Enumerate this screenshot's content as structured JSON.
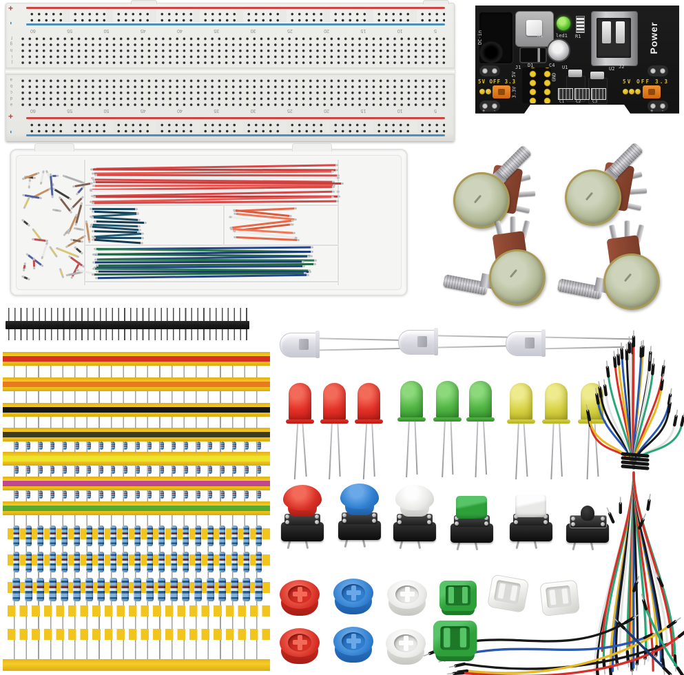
{
  "scene": {
    "description": "Electronics starter kit product photo: breadboard, power supply module, jumper wire box, potentiometers, pin header, taped resistors, LEDs, tactile push buttons with caps, jumper wire bundle",
    "background": "#ffffff"
  },
  "breadboard": {
    "name": "830 tie-point solderless breadboard",
    "plus_symbol": "+",
    "minus_symbol": "-",
    "body_color": "#eaeae7",
    "rail_red": "#cc4444",
    "rail_blue": "#4a8fc0",
    "hole_color": "#2e2e2e",
    "column_numbers": [
      "60",
      "55",
      "50",
      "45",
      "40",
      "35",
      "30",
      "25",
      "20",
      "15",
      "10",
      "5"
    ],
    "row_letters_upper": [
      "j",
      "i",
      "h",
      "g",
      "f"
    ],
    "row_letters_lower": [
      "e",
      "d",
      "c",
      "b",
      "a"
    ]
  },
  "power_module": {
    "name": "breadboard power supply module",
    "board_color": "#161616",
    "led_color": "#55c030",
    "pin_yellow": "#e8c828",
    "jumper_orange": "#e8821e",
    "labels": {
      "dc_in": "DC-in",
      "k1": "K1",
      "led1": "led1",
      "r1": "R1",
      "j1": "J1",
      "d1": "D1",
      "c4": "C4",
      "u1": "U1",
      "u2": "U2",
      "j2": "J2",
      "power": "Power",
      "sel_left": "5V OFF 3.3",
      "sel_right": "5V OFF 3.3",
      "rail_5v": "5V",
      "rail_33v": "3.3V",
      "gnd": "GND",
      "c1": "C1",
      "c2": "C2",
      "c3": "C3",
      "plus": "+",
      "minus": "-"
    }
  },
  "wire_box": {
    "name": "jumper wire assortment box",
    "groups": [
      {
        "name": "mixed-short-wire-pile",
        "count": 40,
        "colors": [
          "#c05050",
          "#5060a0",
          "#b0b0b0",
          "#d8c870",
          "#c89060",
          "#404040",
          "#e8e8e8",
          "#806050"
        ]
      },
      {
        "name": "red-long-wires",
        "count": 14,
        "colors": [
          "#d84848",
          "#c43e3e",
          "#e85a52",
          "#d84848",
          "#ececec"
        ]
      },
      {
        "name": "dark-blue-short-wires",
        "count": 11,
        "colors": [
          "#1c4a64",
          "#163a50",
          "#205a74"
        ]
      },
      {
        "name": "orange-short-wires",
        "count": 9,
        "colors": [
          "#e86848",
          "#dc5a3a",
          "#f07858",
          "#ececec"
        ]
      },
      {
        "name": "blue-green-long-wires",
        "count": 13,
        "colors": [
          "#24448a",
          "#2a7a50",
          "#1c3a7a",
          "#226a44"
        ]
      }
    ]
  },
  "potentiometers": {
    "name": "rotary potentiometer",
    "count": 4,
    "body_color": "#aeb592",
    "shaft_color": "#c0c0c4",
    "plate_color": "#8a4632"
  },
  "pin_header": {
    "name": "40-pin male header strip",
    "pins": 40,
    "bar_color": "#161616",
    "pin_color": "#555555"
  },
  "resistor_card": {
    "name": "taped resistor assortment",
    "tape_color": "#f2c41e",
    "resistor_body_color": "#4a90c8",
    "strips": [
      {
        "name": "red",
        "color": "#d83020"
      },
      {
        "name": "orange",
        "color": "#e87a20"
      },
      {
        "name": "black",
        "color": "#161616"
      },
      {
        "name": "dark-olive",
        "color": "#3c3c22"
      },
      {
        "name": "yellow",
        "color": "#ece428"
      },
      {
        "name": "magenta",
        "color": "#c0488e"
      },
      {
        "name": "green",
        "color": "#58a832"
      }
    ],
    "metal_film_rows": 3,
    "resistors_per_row": 21
  },
  "leds": {
    "clear": {
      "count": 3,
      "color": "#e2e2ea"
    },
    "red": {
      "count": 3,
      "color": "#e03028"
    },
    "green": {
      "count": 3,
      "color": "#55b445"
    },
    "yellow": {
      "count": 3,
      "color": "#d8d44a"
    }
  },
  "push_buttons": {
    "name": "tactile push buttons",
    "caps": [
      "red-round",
      "blue-round",
      "white-round",
      "green-square",
      "white-square",
      "no-cap"
    ],
    "cap_colors": {
      "red": "#d93026",
      "blue": "#2f7fd0",
      "white": "#e9e9e7",
      "green": "#2da03a"
    }
  },
  "button_caps": {
    "name": "spare button caps",
    "row1": [
      "red-round",
      "blue-round",
      "white-round",
      "green-square",
      "white-square",
      "white-square"
    ],
    "row2": [
      "red-round",
      "blue-round",
      "white-round",
      "green-square"
    ]
  },
  "jumper_bundle": {
    "name": "male-male jumper wire bundle",
    "wire_colors": [
      "#d83028",
      "#e8b820",
      "#2858b0",
      "#181818",
      "#e2e2e2",
      "#28a878"
    ]
  }
}
